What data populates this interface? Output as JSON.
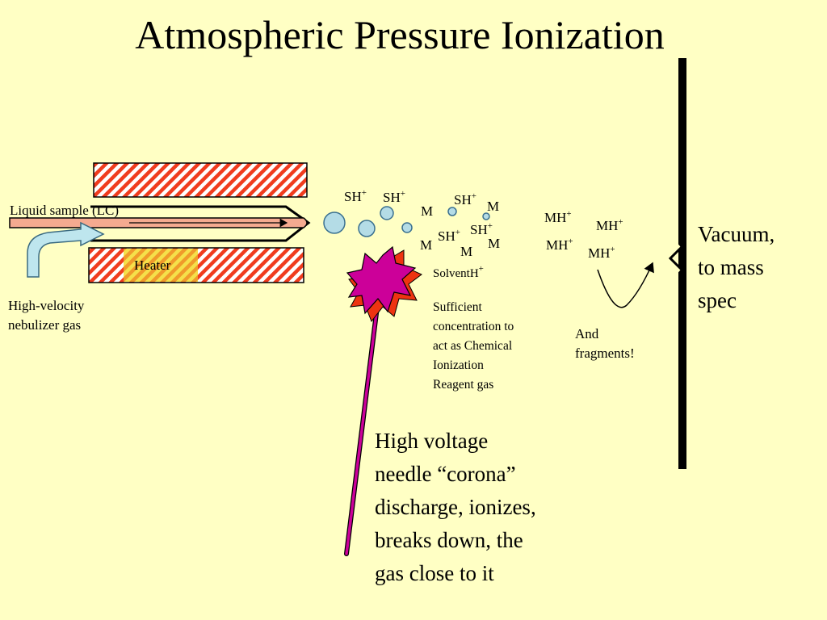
{
  "title": "Atmospheric Pressure Ionization",
  "labels": {
    "liquid_sample": "Liquid sample (LC)",
    "heater": "Heater",
    "nebulizer": [
      "High-velocity",
      "nebulizer gas"
    ],
    "solvent_ion": "SolventH",
    "reagent": [
      "Sufficient",
      "concentration to",
      "act as Chemical",
      "Ionization",
      "Reagent gas"
    ],
    "fragments": [
      "And",
      "fragments!"
    ],
    "vacuum": [
      "Vacuum,",
      "to mass",
      "spec"
    ],
    "corona": [
      "High voltage",
      "needle “corona”",
      "discharge, ionizes,",
      "breaks down, the",
      "gas close to it"
    ]
  },
  "ions": {
    "sh": "SH",
    "m": "M",
    "mh": "MH",
    "charge": "+"
  },
  "colors": {
    "background": "#ffffc4",
    "heater_stripe_red": "#f03c1e",
    "heater_label_fill": "#f5e04a",
    "capillary": "#f4aa90",
    "nebulizer_arrow": "#bee6ee",
    "droplet": "#b4dce6",
    "spark_magenta": "#cc0099",
    "spark_outline": "#ee3311",
    "needle": "#cc0099"
  }
}
